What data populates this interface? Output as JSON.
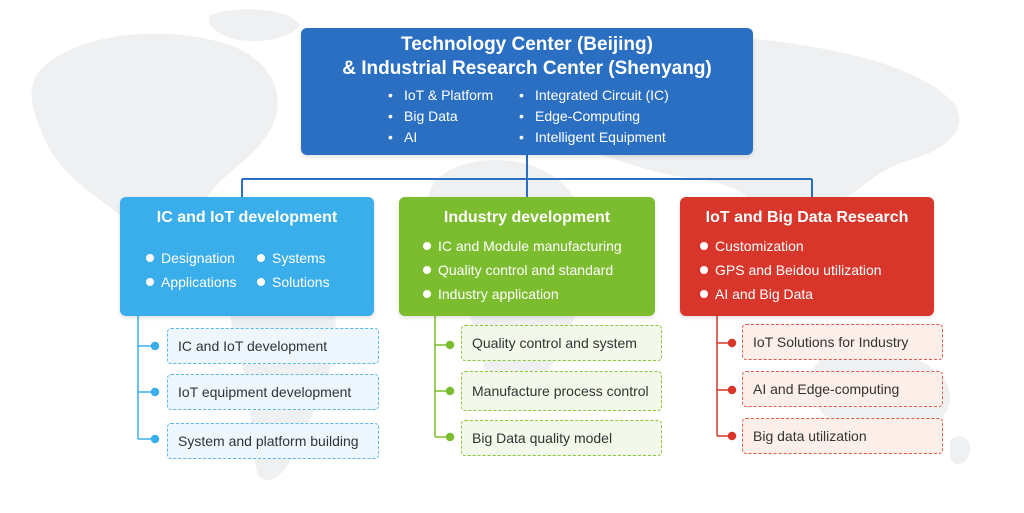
{
  "colors": {
    "top_box": "#2b6fc2",
    "ic_iot": "#3aaeea",
    "industry": "#7bbd2e",
    "research": "#d9362b",
    "connector": "#2b6fc2"
  },
  "top": {
    "title_line1": "Technology Center (Beijing)",
    "title_line2": "& Industrial Research Center (Shenyang)",
    "left_items": [
      "IoT & Platform",
      "Big Data",
      "AI"
    ],
    "right_items": [
      "Integrated Circuit (IC)",
      "Edge-Computing",
      "Intelligent Equipment"
    ]
  },
  "ic_iot": {
    "title": "IC and IoT development",
    "items_left": [
      "Designation",
      "Applications"
    ],
    "items_right": [
      "Systems",
      "Solutions"
    ],
    "subs": [
      "IC and IoT development",
      "IoT equipment development",
      "System and platform building"
    ]
  },
  "industry": {
    "title": "Industry development",
    "items": [
      "IC and Module manufacturing",
      "Quality control and standard",
      "Industry application"
    ],
    "subs": [
      "Quality control and system",
      "Manufacture process control",
      "Big Data quality model"
    ]
  },
  "research": {
    "title": "IoT and Big Data Research",
    "items": [
      "Customization",
      "GPS and Beidou utilization",
      "AI and Big Data"
    ],
    "subs": [
      "IoT Solutions for Industry",
      "AI and Edge-computing",
      "Big data utilization"
    ]
  }
}
